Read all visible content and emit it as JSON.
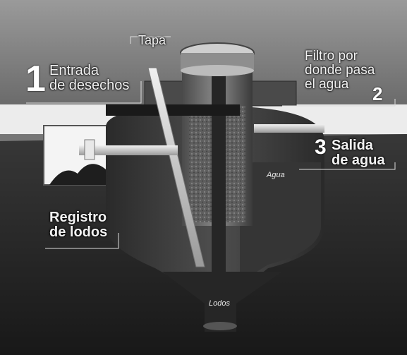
{
  "labels": {
    "tapa": "Tapa",
    "entrada_num": "1",
    "entrada_text_line1": "Entrada",
    "entrada_text_line2": "de desechos",
    "filtro_line1": "Filtro por",
    "filtro_line2": "donde pasa",
    "filtro_line3": "el agua",
    "filtro_num": "2",
    "salida_num": "3",
    "salida_line1": "Salida",
    "salida_line2": "de agua",
    "registro_line1": "Registro",
    "registro_line2": "de lodos",
    "agua": "Agua",
    "lodos": "Lodos"
  },
  "colors": {
    "background_top": "#8a8a8a",
    "background_bottom": "#1a1a1a",
    "ground_band": "#e9e9e9",
    "tank": "#3c3c3c",
    "filter": "#6b6b6b",
    "pipe": "#d0d0d0"
  }
}
